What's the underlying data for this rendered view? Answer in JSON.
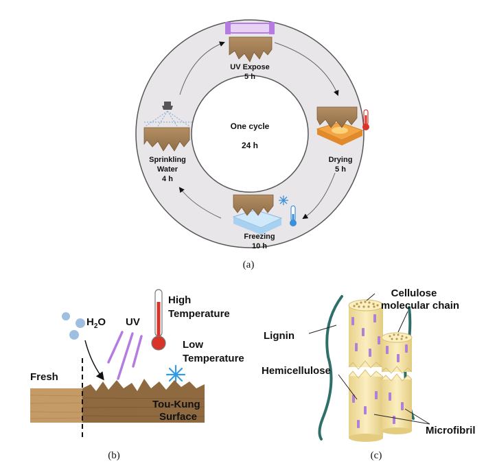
{
  "cycle": {
    "center_title": "One cycle",
    "center_duration": "24 h",
    "steps": [
      {
        "name": "UV Expose",
        "duration": "5 h"
      },
      {
        "name": "Drying",
        "duration": "5 h"
      },
      {
        "name": "Freezing",
        "duration": "10 h"
      },
      {
        "name": "Sprinkling",
        "name2": "Water",
        "duration": "4 h"
      }
    ],
    "caption": "(a)"
  },
  "panel_b": {
    "h2o_main": "H",
    "h2o_sub": "2",
    "h2o_end": "O",
    "uv": "UV",
    "high_temp_1": "High",
    "high_temp_2": "Temperature",
    "low_temp_1": "Low",
    "low_temp_2": "Temperature",
    "fresh": "Fresh",
    "surface_1": "Tou-Kung",
    "surface_2": "Surface",
    "caption": "(b)"
  },
  "panel_c": {
    "cellulose_1": "Cellulose",
    "cellulose_2": "molecular chain",
    "lignin": "Lignin",
    "hemicellulose": "Hemicellulose",
    "microfibril": "Microfibril",
    "caption": "(c)"
  },
  "colors": {
    "ring": "#e8e6e8",
    "wood": "#a9865e",
    "wood_dark": "#8a6a45",
    "fibril": "#f2e0a2",
    "hemi": "#b07fd6",
    "lignin": "#2f6f6a",
    "uv": "#b47be0",
    "water": "#8fb3d9",
    "hot": "#d9342a",
    "cold": "#3b8fd9",
    "drying_tray": "#f3a546"
  }
}
